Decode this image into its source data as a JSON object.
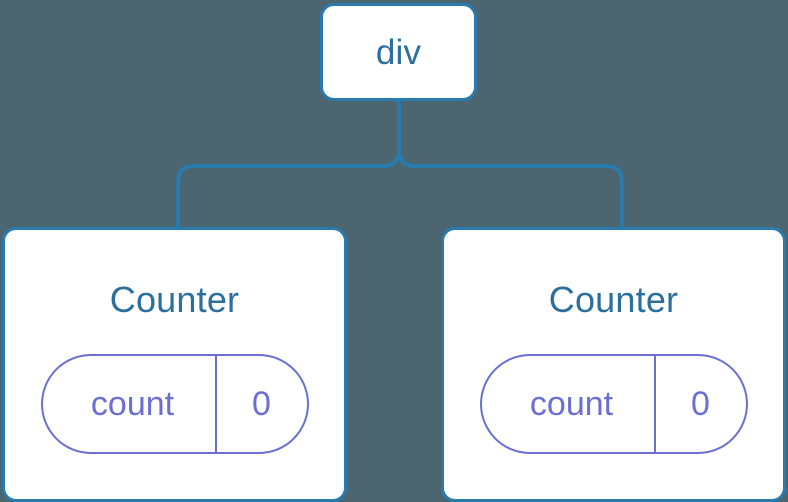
{
  "diagram": {
    "type": "component-tree",
    "background_color": "#4b6670",
    "node_border_color": "#2a7bad",
    "edge_color": "#2a7bad",
    "title_color": "#2b6f9e",
    "state_color": "#6b6fd4",
    "root": {
      "label": "div"
    },
    "children": [
      {
        "title": "Counter",
        "state": {
          "key": "count",
          "value": "0"
        }
      },
      {
        "title": "Counter",
        "state": {
          "key": "count",
          "value": "0"
        }
      }
    ]
  }
}
